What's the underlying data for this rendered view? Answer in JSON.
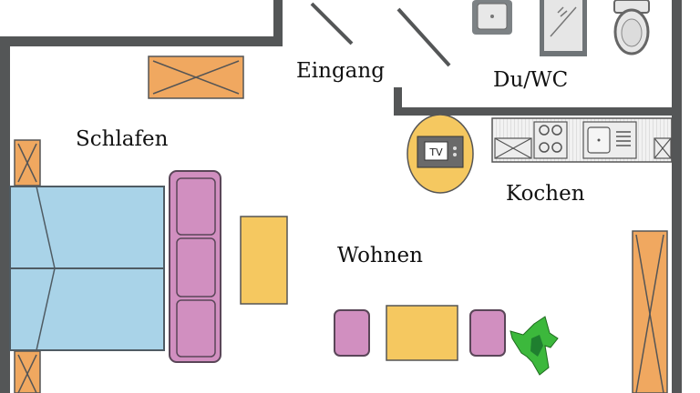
{
  "rooms": {
    "entrance": "Eingang",
    "bathroom": "Du/WC",
    "bedroom": "Schlafen",
    "kitchen": "Kochen",
    "living": "Wohnen"
  },
  "tv_label": "TV",
  "colors": {
    "wall": "#545657",
    "bed": "#a9d3e8",
    "sofa": "#d18fc0",
    "cabinet": "#f0a860",
    "table": "#f5c860",
    "plant": "#3cb83c"
  }
}
